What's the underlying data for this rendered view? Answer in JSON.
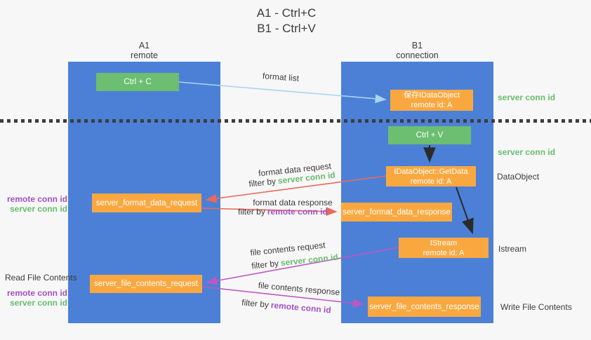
{
  "title": {
    "lines": [
      "A1 - Ctrl+C",
      "B1 - Ctrl+V"
    ]
  },
  "lanes": {
    "a": {
      "name": "A1",
      "role": "remote"
    },
    "b": {
      "name": "B1",
      "role": "connection"
    }
  },
  "boxes": {
    "ctrl_c": {
      "label": "Ctrl + C"
    },
    "save_dataobject": {
      "title": "保存IDataObject",
      "subtitle": "remote id: A"
    },
    "ctrl_v": {
      "label": "Ctrl + V"
    },
    "getdata": {
      "title": "IDataObject::GetData",
      "subtitle": "remote id: A"
    },
    "istream": {
      "title": "IStream",
      "subtitle": "remote id: A"
    },
    "format_request": {
      "label": "server_format_data_request"
    },
    "format_response": {
      "label": "server_format_data_response"
    },
    "file_request": {
      "label": "server_file_contents_request"
    },
    "file_response": {
      "label": "server_file_contents_response"
    }
  },
  "arrow_labels": {
    "format_list": "format list",
    "format_data_request": "format data request",
    "format_data_response": "format data response",
    "file_contents_request": "file contents request",
    "file_contents_response": "file contents response",
    "filter_prefix": "filter by",
    "server_conn_id": "server conn id",
    "remote_conn_id": "remote conn id"
  },
  "right_labels": {
    "server_conn_top": "server conn id",
    "server_conn_mid": "server conn id",
    "dataobject": "DataObject",
    "istream": "Istream",
    "write_file_contents": "Write File Contents"
  },
  "left_labels": {
    "remote_conn_1": "remote conn id",
    "server_conn_1": "server conn id",
    "read_file_contents": "Read File Contents",
    "remote_conn_2": "remote conn id",
    "server_conn_2": "server conn id"
  },
  "colors": {
    "background": "#f7f7f7",
    "lane_blue": "#4c80d7",
    "green_box": "#6cbe70",
    "orange_box": "#f9a840",
    "green_text": "#68bd6c",
    "purple_text": "#a350c6",
    "red_arrow": "#e9695b",
    "magenta_arrow": "#bd58c3",
    "light_blue_arrow": "#aad4ef",
    "black_arrow": "#2b2b2b",
    "text": "#3b3b3b"
  }
}
